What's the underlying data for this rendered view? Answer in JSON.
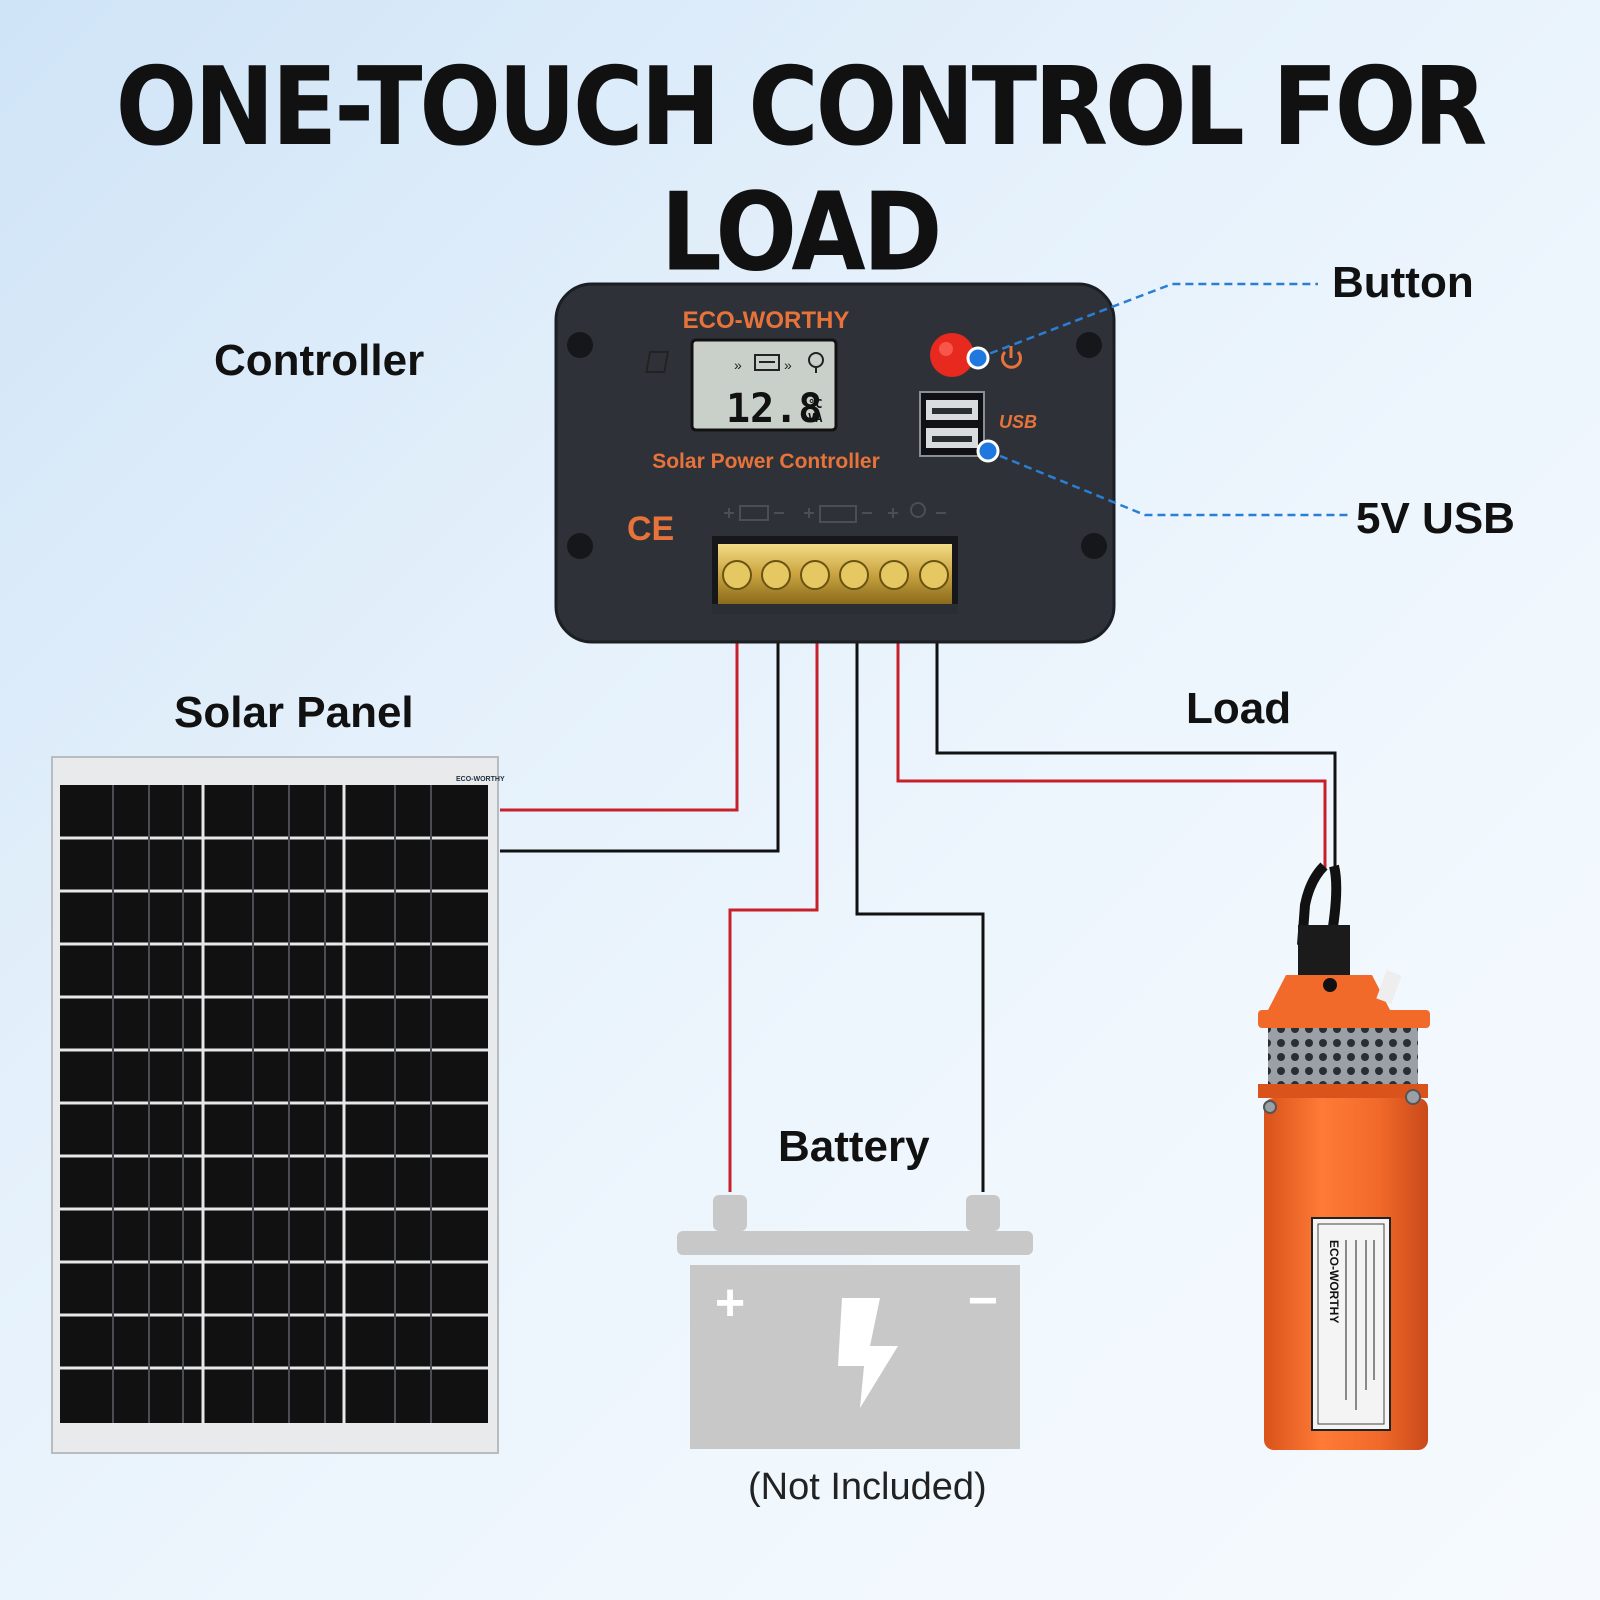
{
  "title": "ONE-TOUCH CONTROL FOR LOAD",
  "labels": {
    "controller": "Controller",
    "button": "Button",
    "usb": "5V USB",
    "solar_panel": "Solar Panel",
    "load": "Load",
    "battery": "Battery",
    "not_included": "(Not Included)"
  },
  "controller": {
    "brand": "ECO-WORTHY",
    "lcd_value": "12.8",
    "lcd_unit_top": "°C",
    "lcd_unit_bottom": "VA",
    "name": "Solar Power Controller",
    "usb_badge": "USB",
    "ce_mark": "CE"
  },
  "panel": {
    "brand": "ECO-WORTHY"
  },
  "battery": {
    "plus": "+",
    "minus": "−"
  },
  "pump": {
    "brand": "ECO-WORTHY"
  },
  "colors": {
    "wire_positive": "#c8202a",
    "wire_negative": "#111111",
    "callout": "#2a7fd4",
    "controller_body": "#2e3238",
    "accent_orange": "#e8733a",
    "pump_orange": "#f26a2a",
    "battery_gray": "#c8c8c8"
  }
}
